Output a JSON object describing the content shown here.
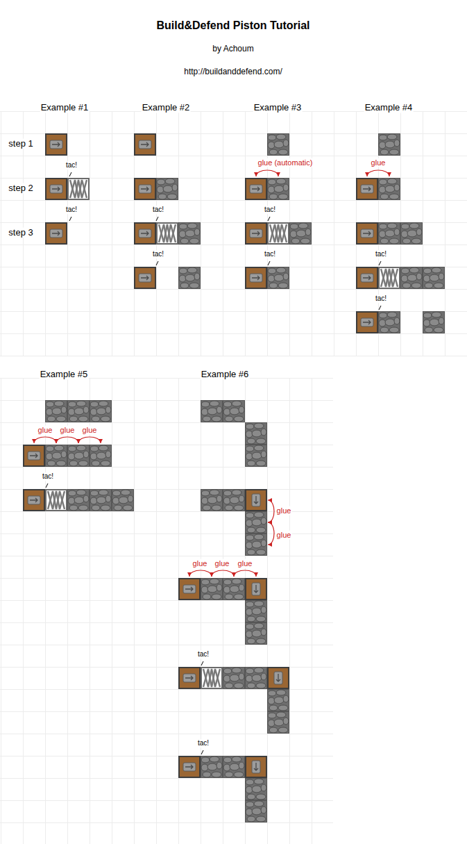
{
  "diagram": {
    "title": "Build&Defend Piston Tutorial",
    "labels": [
      "by Achoum",
      "http://buildanddefend.com/",
      "Example #1",
      "Example #2",
      "Example #3",
      "Example #4",
      "step 1",
      "step 2",
      "step 3",
      "tac!",
      "tac!",
      "tac!",
      "tac!",
      "glue (automatic)",
      "tac!",
      "tac!",
      "glue",
      "tac!",
      "tac!",
      "Example #5",
      "Example #6",
      "glue",
      "glue",
      "glue",
      "tac!",
      "glue",
      "glue",
      "glue",
      "glue",
      "glue",
      "tac!",
      "tac!"
    ]
  }
}
